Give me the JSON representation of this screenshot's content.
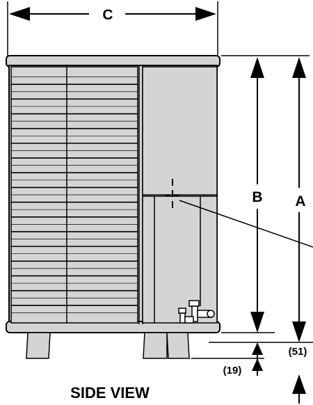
{
  "labels": {
    "dim_c": "C",
    "dim_b": "B",
    "dim_a": "A",
    "dim_51": "(51)",
    "dim_19": "(19)",
    "view_title": "SIDE VIEW"
  },
  "colors": {
    "panel_fill": "#d4d4d4",
    "line": "#000000",
    "background": "#ffffff"
  }
}
